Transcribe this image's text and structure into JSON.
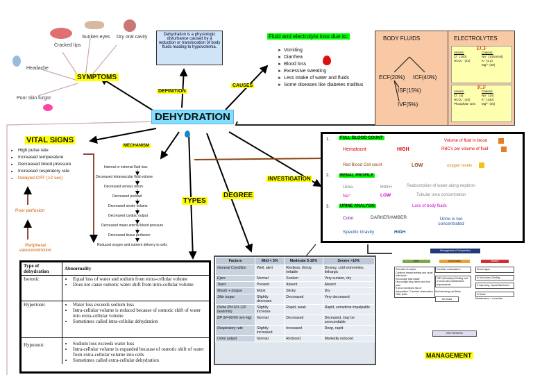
{
  "center": {
    "title": "DEHYDRATION"
  },
  "labels": {
    "symptoms": "SYMPTOMS",
    "definition": "DEFINITION",
    "causes": "CAUSES",
    "mechanism": "MECHANISM",
    "types": "TYPES",
    "degree": "DEGREE",
    "investigation": "INVESTIGATION",
    "vital_signs": "VITAL SIGNS",
    "management": "MANAGEMENT"
  },
  "symptoms": {
    "cracked_lips": "Cracked lips",
    "sunken_eyes": "Sunken eyes",
    "dry_oral": "Dry oral cavity",
    "headache": "Headache",
    "poor_skin": "Poor skin turgor"
  },
  "definition": "Dehydration is a physiologic disturbance caused by a reduction or translocation of body fluids leading to hypovolemia.",
  "causes": {
    "title": "Fluid and electrolyte loss due to:",
    "items": [
      "Vomiting",
      "Diarrhea",
      "Blood loss",
      "Excessive sweating",
      "Less intake of water and fluids",
      "Some diseases like diabetes mallitus"
    ]
  },
  "body_fluids": {
    "title": "BODY FLUIDS",
    "ecf": "ECF(20%)",
    "icf": "ICF(40%)",
    "isf": "ISF(15%)",
    "ivf": "IVF(5%)"
  },
  "electrolytes": {
    "title": "ELECTROLYTES",
    "ecf": {
      "title": "ECF",
      "anions": "Anions:",
      "a1": "Cl⁻ (100)",
      "a2": "HCO₃⁻ (24)",
      "cations": "Cations:",
      "c1": "Na⁺ (142mmol)",
      "c2": "K⁺ (4.2)",
      "c3": "Mg²⁺ (20)"
    },
    "icf": {
      "title": "ICF",
      "anions": "Anions:",
      "a1": "Cl⁻ (4)",
      "a2": "HCO₃⁻ (10)",
      "a3": "Phosphate ions",
      "cations": "Cations:",
      "c1": "Na⁺ (14)",
      "c2": "K⁺ (140)",
      "c3": "Mg²⁺ (20)"
    }
  },
  "vital_signs": [
    "High pulse rate",
    "Increased temperature",
    "Decreased blood pressure",
    "Increased respiratory rate",
    "Delayed CRT (>2 sec)"
  ],
  "poor_perfusion": "Poor perfusion",
  "peripheral": "Peripheral vasoconstriction",
  "mechanism": [
    "Internal or external fluid loss",
    "Decreased intravascular fluid volume",
    "Decreased venous return",
    "Decreased preload",
    "Decreased stroke volume",
    "Decreased cardiac output",
    "Decreased mean arterial blood pressure",
    "Decreased tissue perfusion",
    "Reduced oxygen and nutrient delivery to cells"
  ],
  "investigation": {
    "cbc": "FULL BLOOD COUNT",
    "hematocrit": "Hematocrit",
    "high": "HIGH",
    "vol_fluid": "Volume of fluid in blood",
    "rbc_per": "RBC's per volume of fluid",
    "rbc": "Red Blood Cell count",
    "low": "LOW",
    "oxygen": "oxygen levels",
    "renal": "RENAL PROFILE",
    "urea": "Urea",
    "na": "Na⁺",
    "reabs": "Reabsorption of water along nephron",
    "tubular": "Tubular urea concentration",
    "loss": "Loss of body fluids",
    "urine": "URINE ANALYSIS",
    "color": "Color",
    "darker": "DARKER/AMBER",
    "sg": "Specific Gravity",
    "urine_conc": "Urine is too concentrated",
    "n1": "1.",
    "n2": "2.",
    "n3": "3."
  },
  "types": {
    "headers": [
      "Type of dehydration",
      "Abnormality"
    ],
    "rows": [
      {
        "type": "Isotonic",
        "items": [
          "Equal loss of water and sodium from extra-cellular volume",
          "Does not cause osmotic water shift from intra-cellular volume"
        ]
      },
      {
        "type": "Hypertonic",
        "items": [
          "Water loss exceeds sodium loss",
          "Intra-cellular volume is reduced because of osmotic shift of water into extra-cellular volume",
          "Sometimes called intra-cellular dehydration"
        ]
      },
      {
        "type": "Hypotonic",
        "items": [
          "Sodium loss exceeds water loss",
          "Intra-cellular volume is expanded because of osmotic shift of water from extra-cellular volume into cells",
          "Sometimes called extra-cellular dehydration"
        ]
      }
    ]
  },
  "degree": {
    "headers": [
      "Factors",
      "Mild < 5%",
      "Moderate 5-10%",
      "Severe >10%"
    ],
    "rows": [
      [
        "General Condition",
        "Well, alert",
        "Restless, thirsty, irritable",
        "Drowsy, cold extremities, lethargic"
      ],
      [
        "Eyes",
        "Normal",
        "Sunken",
        "Very sunken, dry"
      ],
      [
        "Tears",
        "Present",
        "Absent",
        "Absent"
      ],
      [
        "Mouth + tongue",
        "Moist",
        "Sticky",
        "Dry"
      ],
      [
        "Skin turgor",
        "Slightly decrease",
        "Decreased",
        "Very decreased"
      ],
      [
        "Pulse (N=110-120 beat/min)",
        "Slightly increase",
        "Rapid, weak",
        "Rapid, sometime impalpable"
      ],
      [
        "BP (N=90/60 mm Hg)",
        "Normal",
        "Decreased",
        "Deceased, may be unrecordable"
      ],
      [
        "Respiratory rate",
        "Slightly increased",
        "Increased",
        "Deep, rapid"
      ],
      [
        "Urine output",
        "Normal",
        "Reduced",
        "Markedly reduced"
      ]
    ]
  },
  "management": {
    "title": "Management of Dehydration",
    "none": "None",
    "some": "Dehydration",
    "severe": "Severe",
    "c1": [
      "Education & advice",
      "Continue breast feeding and usual milk feeds",
      "Encourage fluid intake",
      "Discourage fizzy drinks and fruit juice",
      "If at an increased risk of dehydration 'Consider' observation",
      "Offer fluids"
    ],
    "c2": [
      "Consider ondansetron",
      "ORS (Dioralyte) 50ml/kg over 4 hours plus maintenance requirements",
      "Not tolerating oral fluids",
      "NG fluids"
    ],
    "c3": [
      "Shock signs",
      "IV fluid bolus 20ml/kg",
      "If improving, repeat fluid bolus",
      "IV fluids",
      "Maintenance + correction"
    ],
    "rehydrated": "REHYDRATED"
  }
}
